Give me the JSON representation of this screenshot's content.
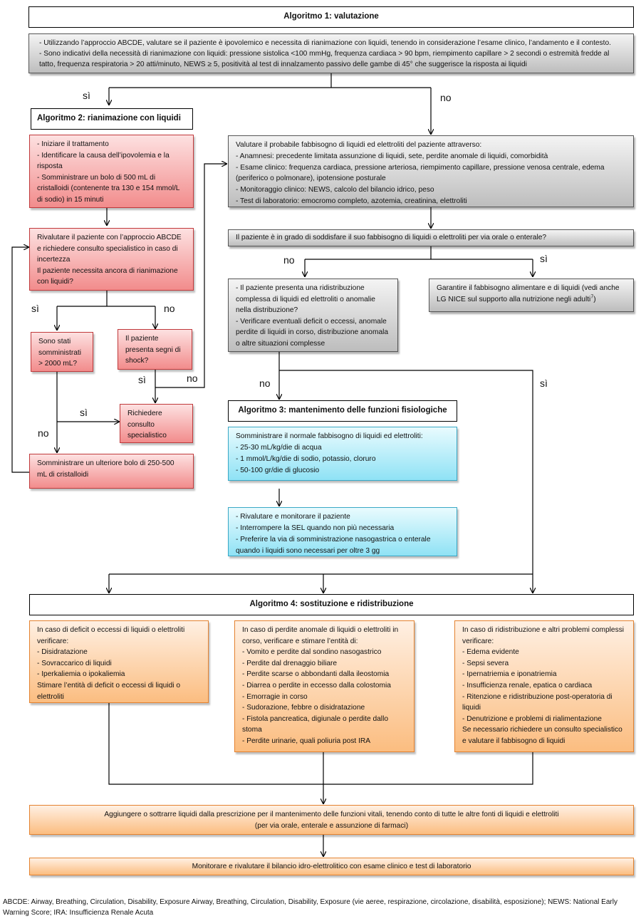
{
  "a1": {
    "title": "Algoritmo 1: valutazione",
    "body": [
      "- Utilizzando l’approccio ABCDE, valutare se il paziente è ipovolemico e necessita di rianimazione con liquidi, tenendo in considerazione l’esame clinico, l’andamento e il contesto.",
      "- Sono indicativi della necessità di rianimazione con liquidi: pressione sistolica <100 mmHg,  frequenza  cardiaca > 90 bpm,  riempimento capillare >  2 secondi o estremità fredde al tatto,  frequenza respiratoria > 20 atti/minuto,  NEWS ≥ 5, positività al test di innalzamento passivo delle gambe di 45° che suggerisce la risposta ai liquidi"
    ]
  },
  "labels": {
    "si_a1": "sì",
    "no_a1": "no",
    "si_rev": "sì",
    "no_rev": "no",
    "si_shock": "sì",
    "no_shock": "no",
    "si_2000": "sì",
    "no_2000": "no",
    "no_oral": "no",
    "si_oral": "sì",
    "no_complex": "no",
    "si_complex": "sì"
  },
  "a2": {
    "title": "Algoritmo 2: rianimazione con liquidi",
    "start": [
      "- Iniziare il trattamento",
      "- Identificare la causa dell’ipovolemia e la risposta",
      "- Somministrare un bolo di 500 mL di cristalloidi (contenente tra 130 e 154 mmol/L di sodio) in 15 minuti"
    ],
    "reassess": [
      "Rivalutare il paziente con l’approccio ABCDE e richiedere consulto specialistico in caso di incertezza",
      "Il paziente necessita ancora di rianimazione con liquidi?"
    ],
    "q2000": "Sono stati somministrati > 2000 mL?",
    "qshock": "Il paziente presenta segni di shock?",
    "consult": "Richiedere consulto specialistico",
    "bolus": "Somministrare un ulteriore bolo di 250-500 mL di cristalloidi"
  },
  "needs": {
    "body": [
      "Valutare il probabile fabbisogno di liquidi ed elettroliti del paziente attraverso:",
      "- Anamnesi: precedente limitata assunzione di liquidi, sete, perdite anomale di liquidi, comorbidità",
      "- Esame clinico: frequenza cardiaca, pressione arteriosa, riempimento capillare, pressione venosa centrale, edema (periferico o polmonare), ipotensione posturale",
      "- Monitoraggio clinico: NEWS, calcolo del bilancio idrico, peso",
      "- Test di laboratorio: emocromo completo, azotemia, creatinina, elettroliti"
    ]
  },
  "oral_q": "Il paziente è in grado di soddisfare il suo fabbisogno di liquidi o elettroliti per via orale o enterale?",
  "complex": [
    "- Il paziente presenta una ridistribuzione complessa di liquidi ed elettroliti o anomalie nella distribuzione?",
    "- Verificare eventuali deficit o eccessi, anomale perdite di liquidi in corso, distribuzione anomala o altre situazioni complesse"
  ],
  "guarantee": {
    "text": "Garantire il fabbisogno alimentare e di liquidi (vedi anche LG NICE sul supporto alla nutrizione negli adulti",
    "sup": "7",
    "close": ")"
  },
  "a3": {
    "title": "Algoritmo 3: mantenimento delle funzioni fisiologiche",
    "give": [
      "Somministrare il normale fabbisogno di liquidi ed elettroliti:",
      "- 25-30 mL/kg/die di acqua",
      "- 1 mmol/L/kg/die di sodio, potassio, cloruro",
      "- 50-100 gr/die di glucosio"
    ],
    "monitor": [
      "- Rivalutare e monitorare il paziente",
      "- Interrompere la SEL quando non più necessaria",
      "- Preferire la via di somministrazione nasogastrica o enterale quando i liquidi sono necessari per oltre 3 gg"
    ]
  },
  "a4": {
    "title": "Algoritmo 4: sostituzione e ridistribuzione",
    "col1": [
      "In caso di deficit o eccessi di liquidi o elettroliti verificare:",
      "- Disidratazione",
      "- Sovraccarico di liquidi",
      "- Iperkaliemia o ipokaliemia",
      "Stimare l’entità di deficit o eccessi di liquidi o elettroliti"
    ],
    "col2": [
      "In caso di perdite anomale di liquidi o elettroliti in corso, verificare e stimare l’entità di:",
      "- Vomito e perdite dal sondino nasogastrico",
      "- Perdite dal drenaggio biliare",
      "- Perdite scarse o abbondanti dalla ileostomia",
      "- Diarrea o perdite in eccesso dalla colostomia",
      "- Emorragie in corso",
      "- Sudorazione, febbre o disidratazione",
      "- Fistola pancreatica, digiunale o perdite dallo stoma",
      "- Perdite urinarie, quali poliuria post IRA"
    ],
    "col3": [
      "In caso di ridistribuzione e altri problemi complessi verificare:",
      "- Edema evidente",
      "- Sepsi severa",
      "- Ipernatriemia e iponatriemia",
      "- Insufficienza renale, epatica o cardiaca",
      "- Ritenzione e ridistribuzione post-operatoria di liquidi",
      "- Denutrizione e problemi di rialimentazione",
      "Se necessario richiedere un consulto specialistico e valutare il fabbisogno di liquidi"
    ]
  },
  "adjust": [
    "Aggiungere o sottrarre liquidi dalla prescrizione per il mantenimento delle funzioni vitali,  tenendo conto di tutte le altre fonti di liquidi e elettroliti",
    "(per via orale, enterale e assunzione di farmaci)"
  ],
  "monitor_final": "Monitorare e rivalutare  il bilancio idro-elettrolitico con esame clinico e test di laboratorio",
  "footnote": "ABCDE: Airway, Breathing, Circulation, Disability, Exposure Airway, Breathing, Circulation, Disability, Exposure (vie aeree, respirazione, circolazione, disabilità, esposizione); NEWS: National Early Warning Score; IRA: Insufficienza Renale Acuta"
}
